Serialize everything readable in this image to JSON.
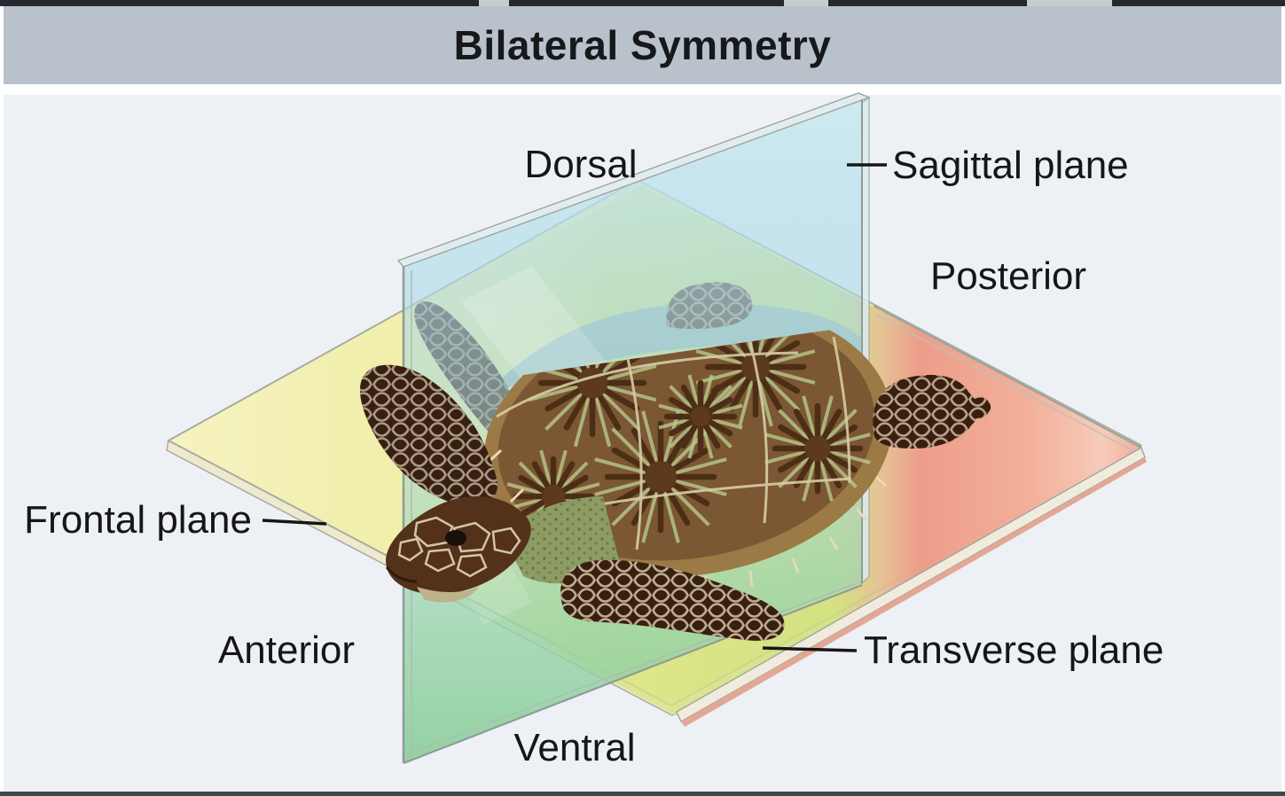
{
  "title": "Bilateral Symmetry",
  "figure": {
    "description": "Sea turtle seen from above-front with three translucent anatomical section planes",
    "direction_labels": {
      "dorsal": "Dorsal",
      "ventral": "Ventral",
      "anterior": "Anterior",
      "posterior": "Posterior"
    },
    "plane_labels": {
      "sagittal": "Sagittal plane",
      "frontal": "Frontal plane",
      "transverse": "Transverse plane"
    }
  },
  "colors": {
    "header_bg": "#b9c2cb",
    "canvas_bg": "#edf1f5",
    "top_strip": "#26292c",
    "sagittal_plane_top": "#c7e7f1",
    "sagittal_plane_bottom": "#8fd09e",
    "frontal_plane": "#efeda3",
    "transverse_plane_red": "#ee9e8e",
    "transverse_plane_lime": "#d5e388",
    "turtle_shell": "#7b5733",
    "turtle_flipper": "#3a2012",
    "label_text": "#161616"
  }
}
